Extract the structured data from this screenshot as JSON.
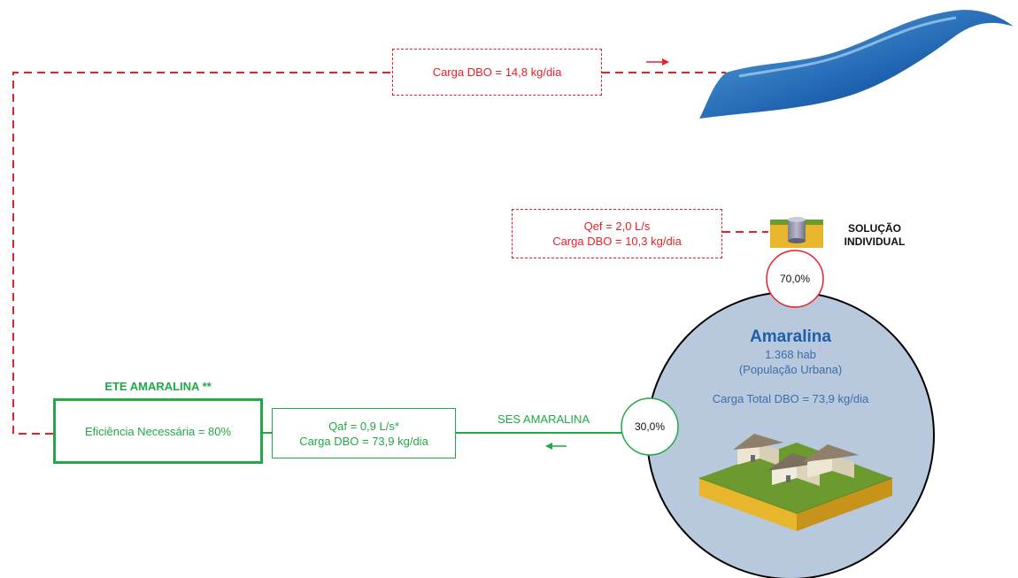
{
  "effluent_box": {
    "line1": "Carga DBO = 14,8 kg/dia"
  },
  "individual_box": {
    "line1": "Qef =  2,0 L/s",
    "line2": "Carga DBO = 10,3 kg/dia"
  },
  "individual_solution": {
    "line1": "SOLUÇÃO",
    "line2": "INDIVIDUAL",
    "percent": "70,0%"
  },
  "city": {
    "name": "Amaralina",
    "population": "1.368 hab",
    "population_type": "(População Urbana)",
    "total_load": "Carga Total DBO = 73,9 kg/dia"
  },
  "ses": {
    "label": "SES AMARALINA",
    "percent": "30,0%"
  },
  "influent_box": {
    "line1": "Qaf = 0,9 L/s*",
    "line2": "Carga DBO = 73,9 kg/dia"
  },
  "ete": {
    "title": "ETE AMARALINA **",
    "efficiency": "Eficiência Necessária  = 80%"
  },
  "colors": {
    "red": "#e8202a",
    "green": "#21a847",
    "city_fill": "#b8c8dd",
    "river": "#2b6bb5"
  },
  "icons": [
    "river-icon",
    "septic-tank-icon",
    "houses-icon",
    "arrow-right-icon",
    "arrow-left-icon"
  ]
}
